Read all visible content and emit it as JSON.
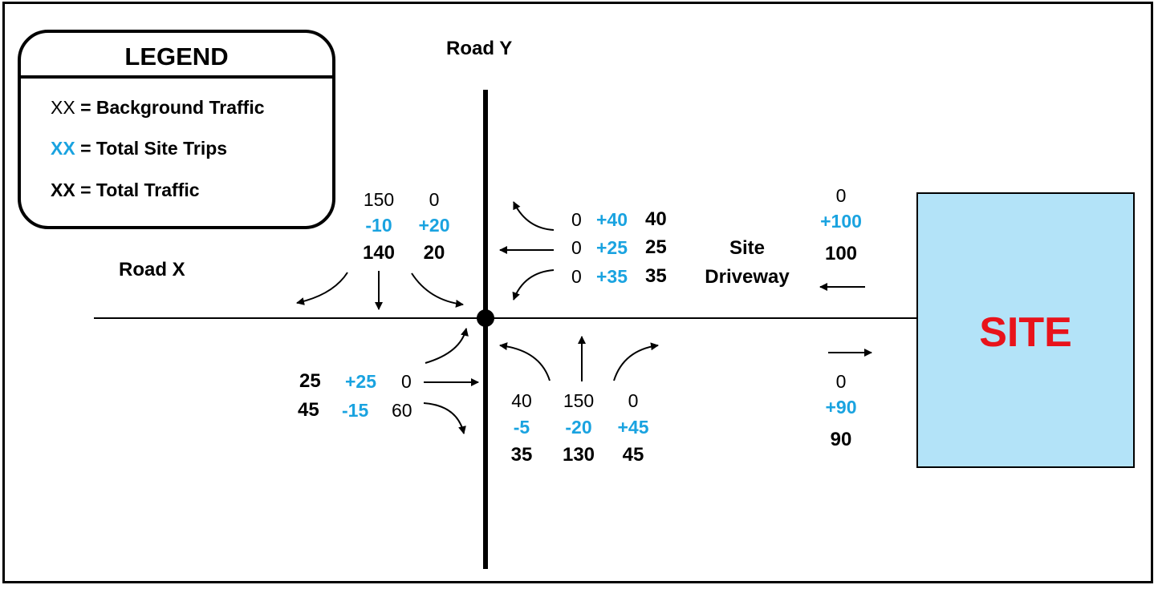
{
  "legend": {
    "title": "LEGEND",
    "sample": "XX",
    "row1_desc": "= Background Traffic",
    "row2_desc": "= Total Site Trips",
    "row3_desc": "= Total Traffic"
  },
  "labels": {
    "road_y": "Road Y",
    "road_x": "Road X",
    "site_driveway_line1": "Site",
    "site_driveway_line2": "Driveway",
    "site": "SITE"
  },
  "colors": {
    "site_trips": "#1aa3e0",
    "site_fill": "#b3e3f8",
    "site_text": "#e8131b"
  },
  "north_approach": {
    "left_col": {
      "background": "150",
      "site_trips": "-10",
      "total": "140"
    },
    "right_col": {
      "background": "0",
      "site_trips": "+20",
      "total": "20"
    }
  },
  "east_approach": {
    "rows": [
      {
        "background": "0",
        "site_trips": "+40",
        "total": "40"
      },
      {
        "background": "0",
        "site_trips": "+25",
        "total": "25"
      },
      {
        "background": "0",
        "site_trips": "+35",
        "total": "35"
      }
    ]
  },
  "west_approach": {
    "rows": [
      {
        "total": "25",
        "site_trips": "+25",
        "background": "0"
      },
      {
        "total": "45",
        "site_trips": "-15",
        "background": "60"
      }
    ]
  },
  "south_approach": {
    "cols": [
      {
        "background": "40",
        "site_trips": "-5",
        "total": "35"
      },
      {
        "background": "150",
        "site_trips": "-20",
        "total": "130"
      },
      {
        "background": "0",
        "site_trips": "+45",
        "total": "45"
      }
    ]
  },
  "driveway_inbound": {
    "background": "0",
    "site_trips": "+100",
    "total": "100"
  },
  "driveway_outbound": {
    "background": "0",
    "site_trips": "+90",
    "total": "90"
  }
}
